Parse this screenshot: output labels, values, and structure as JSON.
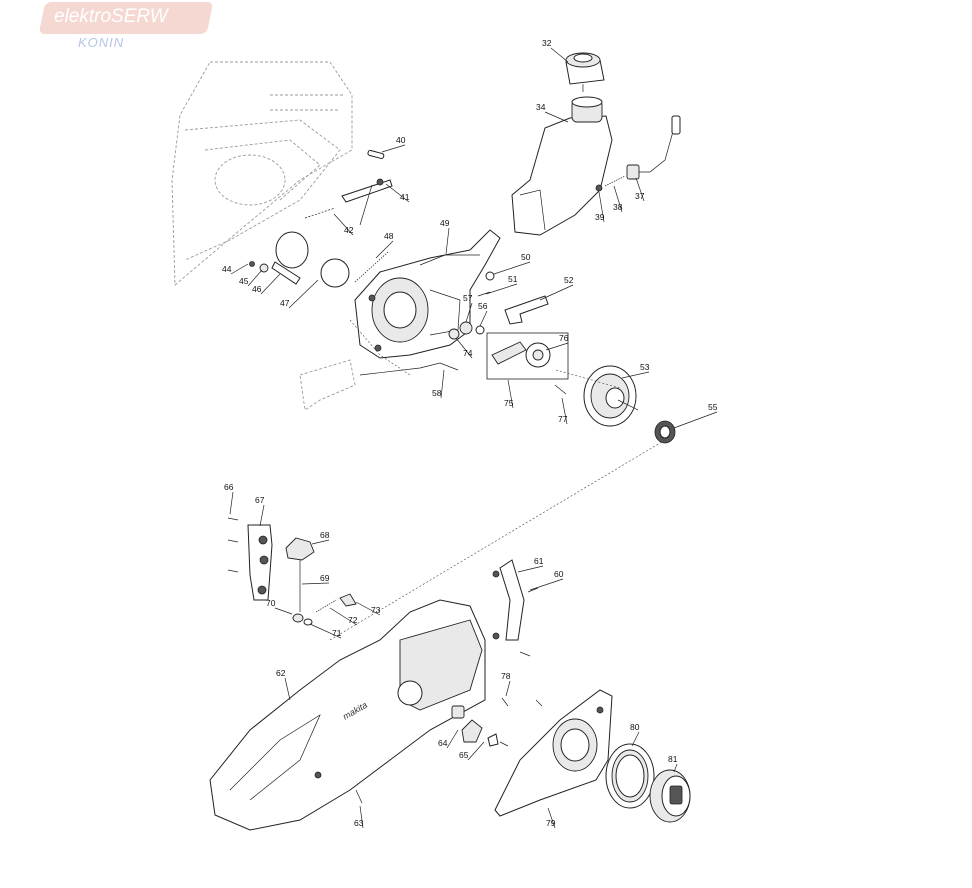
{
  "logo": {
    "brand": "elektroSERW",
    "city": "KONIN"
  },
  "parts": [
    "32",
    "34",
    "37",
    "38",
    "39",
    "40",
    "41",
    "42",
    "44",
    "45",
    "46",
    "47",
    "48",
    "49",
    "50",
    "51",
    "52",
    "53",
    "55",
    "56",
    "57",
    "58",
    "60",
    "61",
    "62",
    "63",
    "64",
    "65",
    "66",
    "67",
    "68",
    "69",
    "70",
    "71",
    "72",
    "73",
    "74",
    "75",
    "76",
    "77",
    "78",
    "79",
    "80",
    "81"
  ]
}
